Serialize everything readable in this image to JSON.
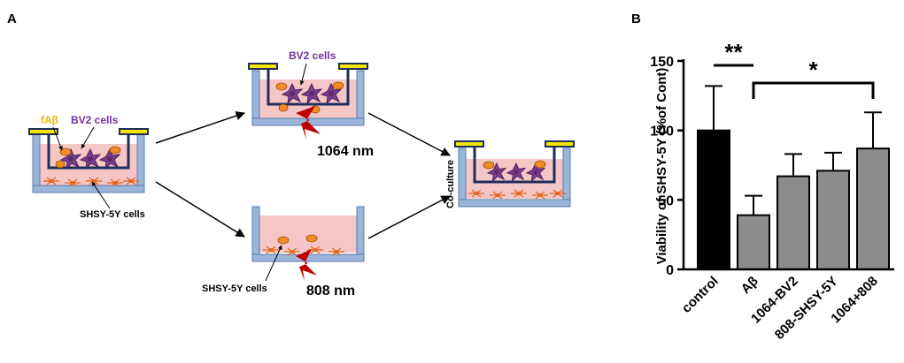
{
  "panels": {
    "a_label": "A",
    "b_label": "B"
  },
  "diagram": {
    "well1": {
      "fab_label": "fAβ",
      "bv2_label": "BV2 cells",
      "shsy_label": "SHSY-5Y cells"
    },
    "well2": {
      "bv2_label": "BV2 cells",
      "laser_label": "1064 nm"
    },
    "well3": {
      "shsy_label": "SHSY-5Y cells",
      "laser_label": "808 nm"
    },
    "well4": {
      "coculture_label": "Co-culture"
    },
    "colors": {
      "fab_text": "#f2b705",
      "bv2_text": "#7030a0",
      "insert_rim": "#1f2d5a",
      "insert_cap": "#f2e600",
      "medium": "#f4c6c6",
      "well_wall": "#9bb5d8",
      "well_stroke": "#5a7bb0",
      "laser": "#c00000",
      "cell_orange": "#f08c28",
      "microglia": "#7a3f8c"
    }
  },
  "chart": {
    "ylabel": "Viability of SHSY-5Y (%of Cont)",
    "sig1": "**",
    "sig2": "*"
  },
  "chart_data": {
    "type": "bar",
    "categories": [
      "control",
      "Aβ",
      "1064-BV2",
      "808-SHSY-5Y",
      "1064+808"
    ],
    "values": [
      100,
      39,
      67,
      71,
      87
    ],
    "errors": [
      32,
      14,
      16,
      13,
      26
    ],
    "colors": [
      "#000000",
      "#8c8c8c",
      "#8c8c8c",
      "#8c8c8c",
      "#8c8c8c"
    ],
    "yticks": [
      0,
      50,
      100,
      150
    ],
    "ylim": [
      0,
      150
    ],
    "ylabel": "Viability of SHSY-5Y (%of Cont)",
    "xlabel": "",
    "annotations": [
      {
        "text": "**",
        "from": "control",
        "to": "Aβ"
      },
      {
        "text": "*",
        "from": "Aβ",
        "to": "1064+808"
      }
    ]
  }
}
